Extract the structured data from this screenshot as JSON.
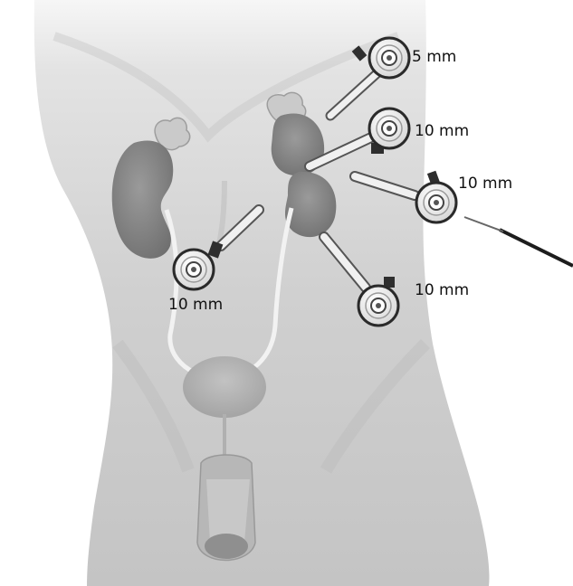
{
  "figure": {
    "labels": {
      "port_top": "5 mm",
      "port_upper_right": "10 mm",
      "port_right_lateral": "10 mm",
      "port_lower_right": "10 mm",
      "port_left_midline": "10 mm"
    },
    "colors": {
      "background": "#ffffff",
      "body_fill": "#cfcfcf",
      "kidney_fill": "#8a8a8a",
      "adrenal_fill": "#c9c9c9",
      "ureter_fill": "#efefef",
      "bladder_fill": "#b3b3b3",
      "trocar_cap": "#ffffff",
      "trocar_dark": "#2e2e2e",
      "trocar_cannula": "#f0f0f0"
    }
  }
}
